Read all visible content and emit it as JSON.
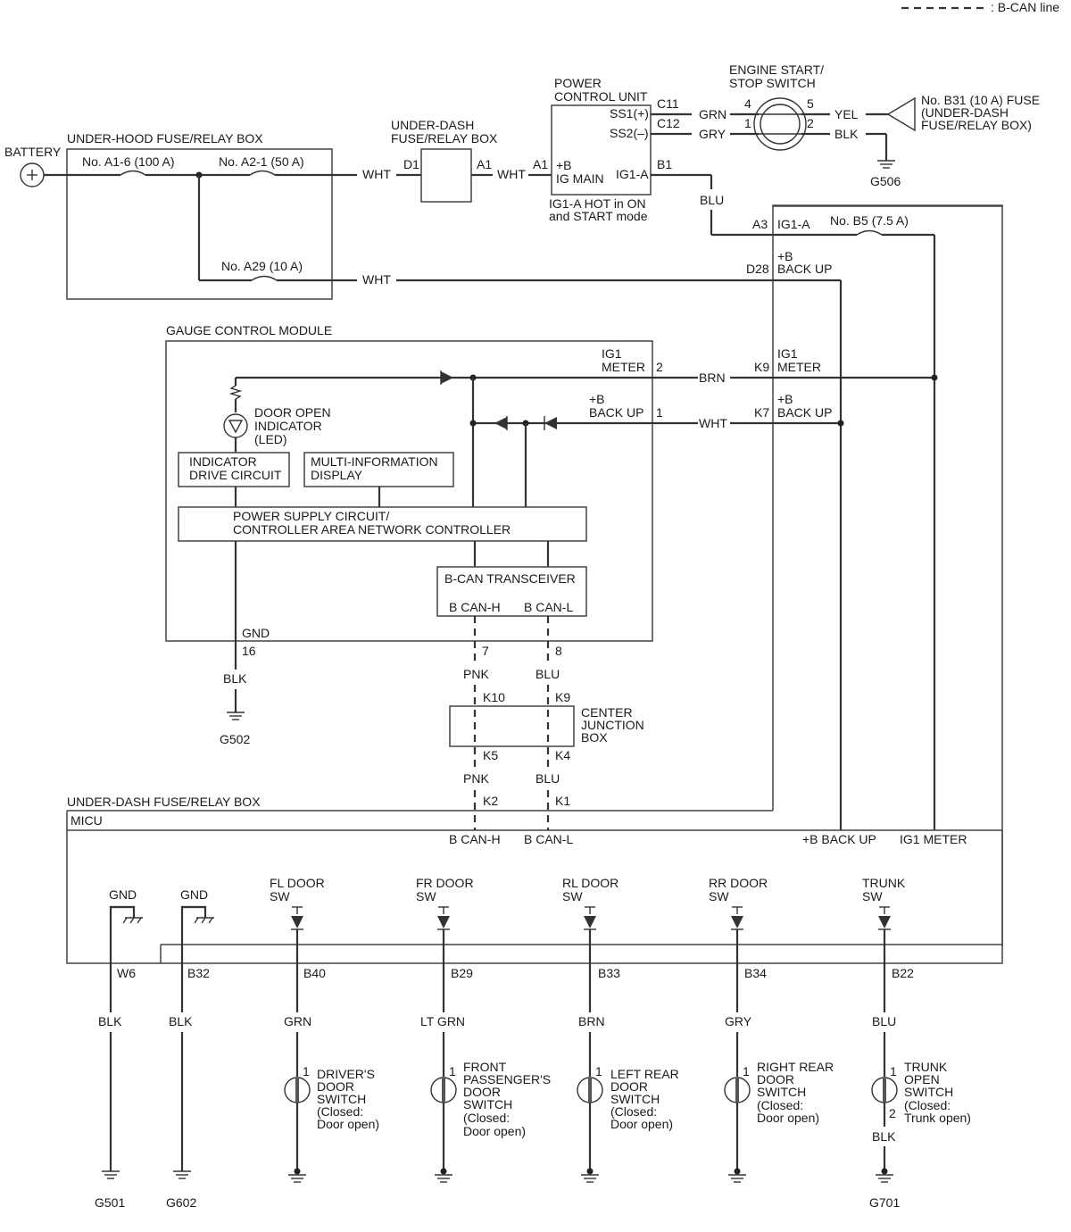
{
  "legend": {
    "bcan_line": ": B-CAN line"
  },
  "battery": "BATTERY",
  "under_hood": {
    "title": "UNDER-HOOD FUSE/RELAY BOX",
    "fuse_a16": "No. A1-6 (100 A)",
    "fuse_a21": "No. A2-1 (50 A)",
    "fuse_a29": "No. A29 (10 A)"
  },
  "under_dash_top": {
    "title_line1": "UNDER-DASH",
    "title_line2": "FUSE/RELAY BOX",
    "pin_d1": "D1",
    "pin_a1": "A1"
  },
  "pcu": {
    "title_line1": "POWER",
    "title_line2": "CONTROL UNIT",
    "ss1": "SS1(+)",
    "ss2": "SS2(–)",
    "c11": "C11",
    "c12": "C12",
    "a1": "A1",
    "b_ig_main_1": "+B",
    "b_ig_main_2": "IG MAIN",
    "ig1a": "IG1-A",
    "b1": "B1",
    "note_1": "IG1-A HOT in ON",
    "note_2": "and START mode"
  },
  "start_switch": {
    "title_line1": "ENGINE START/",
    "title_line2": "STOP SWITCH",
    "p4": "4",
    "p1": "1",
    "p5": "5",
    "p2": "2"
  },
  "fuse_b31": {
    "line1": "No. B31 (10 A) FUSE",
    "line2": "(UNDER-DASH",
    "line3": "FUSE/RELAY BOX)"
  },
  "grounds": {
    "g506": "G506",
    "g502": "G502",
    "g501": "G501",
    "g602": "G602",
    "g701": "G701"
  },
  "wires": {
    "wht": "WHT",
    "grn": "GRN",
    "gry": "GRY",
    "yel": "YEL",
    "blk": "BLK",
    "blu": "BLU",
    "brn": "BRN",
    "pnk": "PNK",
    "lt_grn": "LT GRN"
  },
  "right_box": {
    "a3": "A3",
    "ig1a": "IG1-A",
    "fuse_b5": "No. B5 (7.5 A)",
    "d28": "D28",
    "bplus": "+B",
    "back_up": "BACK UP",
    "k9": "K9",
    "ig1": "IG1",
    "meter": "METER",
    "k7": "K7"
  },
  "gcm": {
    "title": "GAUGE CONTROL MODULE",
    "ig1": "IG1",
    "meter": "METER",
    "pin2": "2",
    "bplus": "+B",
    "back_up": "BACK UP",
    "pin1": "1",
    "door_ind_1": "DOOR OPEN",
    "door_ind_2": "INDICATOR",
    "door_ind_3": "(LED)",
    "idc_1": "INDICATOR",
    "idc_2": "DRIVE CIRCUIT",
    "mid_1": "MULTI-INFORMATION",
    "mid_2": "DISPLAY",
    "psc_1": "POWER SUPPLY CIRCUIT/",
    "psc_2": "CONTROLLER AREA NETWORK CONTROLLER",
    "bcan_tx": "B-CAN TRANSCEIVER",
    "bcanh": "B CAN-H",
    "bcanl": "B CAN-L",
    "gnd": "GND",
    "pin16": "16",
    "pin7": "7",
    "pin8": "8"
  },
  "cjb": {
    "line1": "CENTER",
    "line2": "JUNCTION",
    "line3": "BOX",
    "k10": "K10",
    "k9": "K9",
    "k5": "K5",
    "k4": "K4"
  },
  "micu": {
    "box_title": "UNDER-DASH FUSE/RELAY BOX",
    "title": "MICU",
    "k2": "K2",
    "k1": "K1",
    "bcanh": "B CAN-H",
    "bcanl": "B CAN-L",
    "bplus_backup": "+B BACK UP",
    "ig1_meter": "IG1 METER",
    "gnd": "GND"
  },
  "sw_labels": {
    "fl_1": "FL DOOR",
    "fr_1": "FR DOOR",
    "rl_1": "RL DOOR",
    "rr_1": "RR DOOR",
    "tr_1": "TRUNK",
    "sw": "SW"
  },
  "pins": {
    "w6": "W6",
    "b32": "B32",
    "b40": "B40",
    "b29": "B29",
    "b33": "B33",
    "b34": "B34",
    "b22": "B22",
    "one": "1",
    "two": "2"
  },
  "switches": {
    "driver": [
      "DRIVER'S",
      "DOOR",
      "SWITCH",
      "(Closed:",
      "Door open)"
    ],
    "front_pass": [
      "FRONT",
      "PASSENGER'S",
      "DOOR",
      "SWITCH",
      "(Closed:",
      "Door open)"
    ],
    "left_rear": [
      "LEFT REAR",
      "DOOR",
      "SWITCH",
      "(Closed:",
      "Door open)"
    ],
    "right_rear": [
      "RIGHT REAR",
      "DOOR",
      "SWITCH",
      "(Closed:",
      "Door open)"
    ],
    "trunk": [
      "TRUNK",
      "OPEN",
      "SWITCH",
      "(Closed:",
      "Trunk open)"
    ]
  }
}
